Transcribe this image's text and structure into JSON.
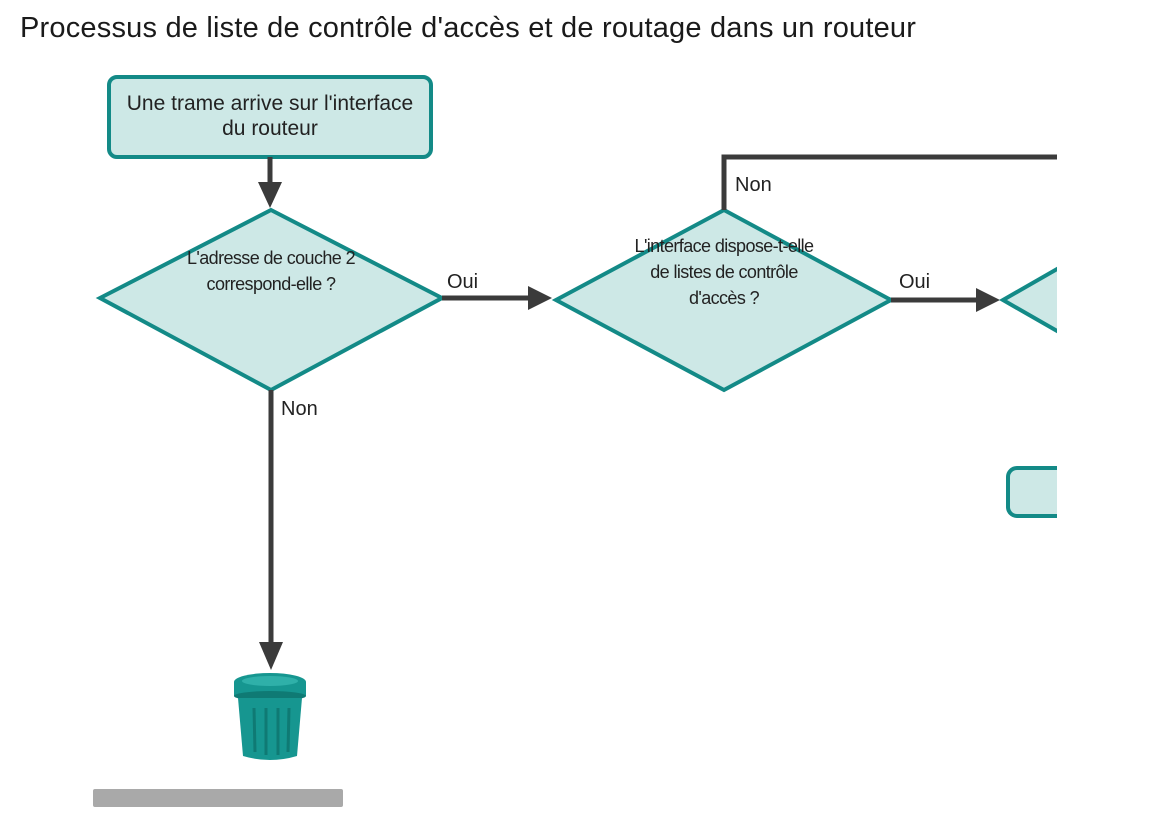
{
  "title": "Processus de liste de contrôle d'accès et de routage dans un routeur",
  "nodes": {
    "start": "Une trame arrive sur l'interface du routeur",
    "decision_l2": "L'adresse de couche 2 correspond-elle ?",
    "decision_acl": "L'interface dispose-t-elle de listes de contrôle d'accès ?"
  },
  "edges": {
    "l2_yes": "Oui",
    "l2_no": "Non",
    "acl_yes": "Oui",
    "acl_no": "Non"
  },
  "icons": {
    "discard": "trash-bin-icon"
  },
  "colors": {
    "node_fill": "#cde8e6",
    "node_stroke": "#138a87",
    "arrow": "#3b3b3b",
    "trash": "#169690",
    "progress_track": "#a9a9a9"
  }
}
